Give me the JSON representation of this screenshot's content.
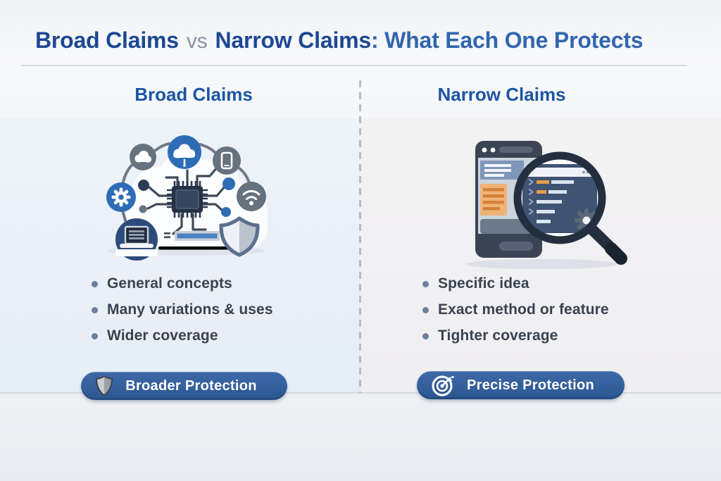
{
  "title": {
    "broad": "Broad Claims",
    "vs": "vs",
    "narrow": "Narrow Claims",
    "rest": ": What Each One Protects"
  },
  "columns": [
    {
      "header": "Broad Claims",
      "illustration": "connected-technology-network",
      "illustration_icons": [
        "cloud-icon",
        "cloud-upload-icon",
        "smartphone-icon",
        "gear-icon",
        "wifi-icon",
        "laptop-icon",
        "shield-icon",
        "cpu-chip-icon",
        "progress-bar"
      ],
      "bullets": [
        "General concepts",
        "Many variations & uses",
        "Wider coverage"
      ],
      "badge": {
        "label": "Broader Protection",
        "icon": "shield-icon"
      }
    },
    {
      "header": "Narrow Claims",
      "illustration": "magnifier-over-phone-code",
      "illustration_icons": [
        "smartphone-icon",
        "magnifier-icon",
        "code-window-icon",
        "gear-icon"
      ],
      "bullets": [
        "Specific idea",
        "Exact method or feature",
        "Tighter coverage"
      ],
      "badge": {
        "label": "Precise Protection",
        "icon": "target-icon"
      }
    }
  ],
  "colors": {
    "title_blue": "#1c4893",
    "subtitle_blue": "#3166ae",
    "vs_gray": "#8d939e",
    "header_blue": "#1c55a3",
    "bullet_text": "#3a4250",
    "bullet_dot": "#6a7f9d",
    "badge_blue": "#2f5d9e",
    "badge_text": "#ffffff",
    "icon_blue": "#2e6cb5",
    "icon_gray": "#67727f",
    "accent_orange": "#e2953f",
    "panel_left_bg": "#e9eff7",
    "panel_right_bg": "#f1f0f2"
  }
}
